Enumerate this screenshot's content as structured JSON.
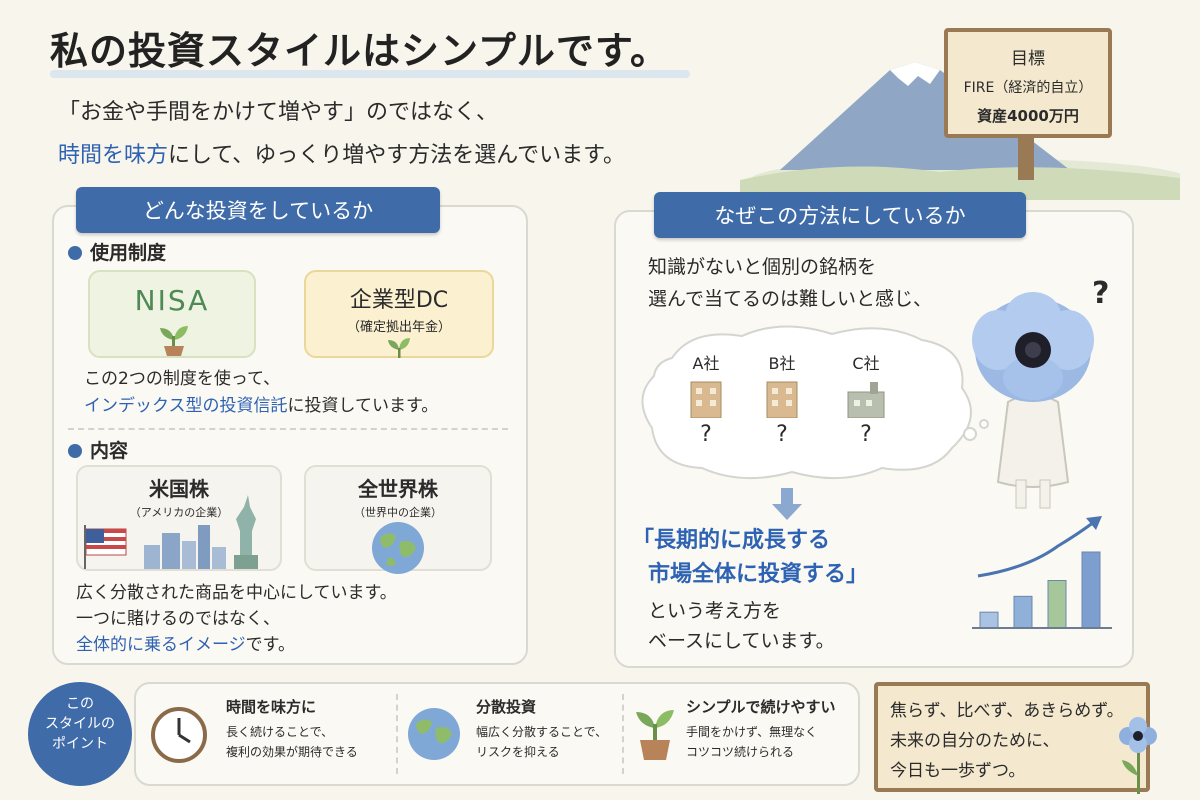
{
  "header": {
    "title": "私の投資スタイルはシンプルです。",
    "lead_line1": "「お金や手間をかけて増やす」のではなく、",
    "lead_line2_highlight": "時間を味方",
    "lead_line2_rest": "にして、ゆっくり増やす方法を選んでいます。"
  },
  "goal_sign": {
    "label": "目標",
    "goal": "FIRE（経済的自立）",
    "amount": "資産4000万円"
  },
  "left_panel": {
    "ribbon": "どんな投資をしているか",
    "section1": "使用制度",
    "card_nisa": "NISA",
    "card_dc": "企業型DC",
    "card_dc_sub": "（確定拠出年金）",
    "text1_line1": "この2つの制度を使って、",
    "text1_highlight": "インデックス型の投資信託",
    "text1_rest": "に投資しています。",
    "section2": "内容",
    "card_us": "米国株",
    "card_us_sub": "（アメリカの企業）",
    "card_world": "全世界株",
    "card_world_sub": "（世界中の企業）",
    "text2_line1": "広く分散された商品を中心にしています。",
    "text2_line2": "一つに賭けるのではなく、",
    "text2_highlight": "全体的に乗るイメージ",
    "text2_rest": "です。"
  },
  "right_panel": {
    "ribbon": "なぜこの方法にしているか",
    "text_line1": "知識がないと個別の銘柄を",
    "text_line2": "選んで当てるのは難しいと感じ、",
    "companies": [
      {
        "name": "A社",
        "mark": "?"
      },
      {
        "name": "B社",
        "mark": "?"
      },
      {
        "name": "C社",
        "mark": "?"
      }
    ],
    "thinking_mark": "?",
    "conclusion_line1": "「長期的に成長する",
    "conclusion_line2": "市場全体に投資する」",
    "conclusion_line3": "という考え方を",
    "conclusion_line4": "ベースにしています。",
    "chart_data": {
      "type": "bar",
      "title": "",
      "values": [
        1,
        2,
        3,
        4.8
      ],
      "trend": "up"
    }
  },
  "points": {
    "circle_line1": "この",
    "circle_line2": "スタイルの",
    "circle_line3": "ポイント",
    "items": [
      {
        "icon": "clock-icon",
        "title": "時間を味方に",
        "desc1": "長く続けることで、",
        "desc2": "複利の効果が期待できる"
      },
      {
        "icon": "globe-icon",
        "title": "分散投資",
        "desc1": "幅広く分散することで、",
        "desc2": "リスクを抑える"
      },
      {
        "icon": "sprout-icon",
        "title": "シンプルで続けやすい",
        "desc1": "手間をかけず、無理なく",
        "desc2": "コツコツ続けられる"
      }
    ]
  },
  "motto": {
    "line1": "焦らず、比べず、あきらめず。",
    "line2": "未来の自分のために、",
    "line3": "今日も一歩ずつ。"
  },
  "colors": {
    "accent": "#3f6ba8",
    "highlight_text": "#2e62b3",
    "sign_wood": "#9a7a55",
    "nisa_card": "#eef3e2",
    "dc_card": "#fbf0cf"
  }
}
